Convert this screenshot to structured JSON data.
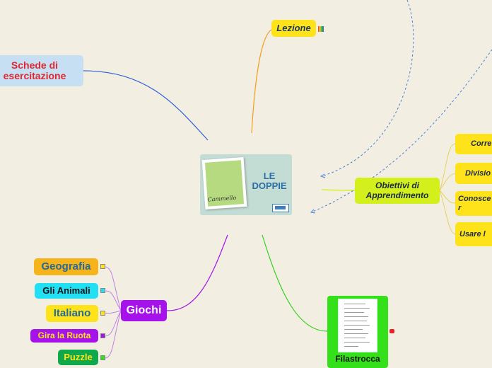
{
  "center": {
    "title_line1": "LE",
    "title_line2": "DOPPIE",
    "signature": "Cammello"
  },
  "nodes": {
    "schede": "Schede di esercitazione",
    "lezione": "Lezione",
    "obiettivi": "Obiettivi di Apprendimento",
    "obiettivi_children": [
      "Corre",
      "Divisio",
      "Conosce delle r",
      "Usare l"
    ],
    "giochi": "Giochi",
    "giochi_children": [
      "Geografia",
      "Gli Animali",
      "Italiano",
      "Gira la Ruota",
      "Puzzle"
    ],
    "filastrocca": "Filastrocca"
  },
  "icons": {
    "lezione": "image-icon",
    "filastrocca": "youtube-icon",
    "giochi_children": "external-link-icon"
  },
  "colors": {
    "background": "#f2efe2",
    "schede_link": "#2f5fd8",
    "lezione_link": "#f0a020",
    "obiettivi_link": "#d3f01c",
    "obiettivi_dashed": "#4a7fd8",
    "giochi_link": "#a512ea",
    "filastrocca_link": "#33d01a"
  }
}
